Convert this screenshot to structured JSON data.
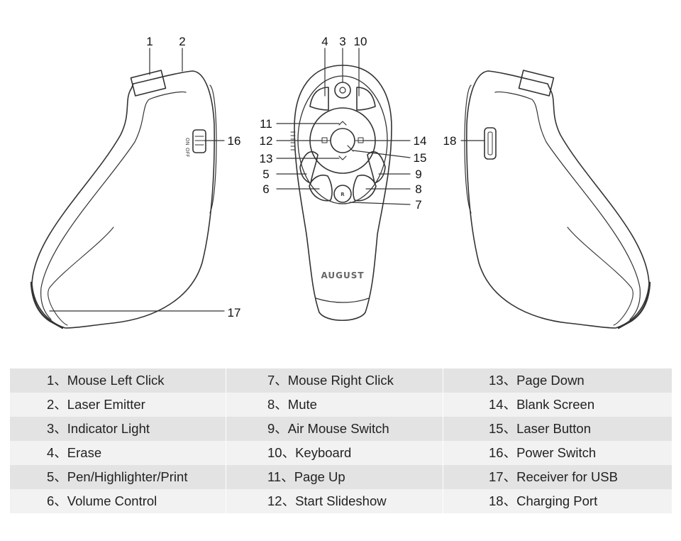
{
  "callouts": {
    "c1": "1",
    "c2": "2",
    "c3": "3",
    "c4": "4",
    "c5": "5",
    "c6": "6",
    "c7": "7",
    "c8": "8",
    "c9": "9",
    "c10": "10",
    "c11": "11",
    "c12": "12",
    "c13": "13",
    "c14": "14",
    "c15": "15",
    "c16": "16",
    "c17": "17",
    "c18": "18"
  },
  "device": {
    "brand": "AUGUST",
    "switch_on": "ON",
    "switch_off": "OFF",
    "right_click_glyph": "R"
  },
  "legend": {
    "columns": [
      [
        "1、Mouse Left Click",
        "2、Laser Emitter",
        "3、Indicator Light",
        "4、Erase",
        "5、Pen/Highlighter/Print",
        "6、Volume Control"
      ],
      [
        "7、Mouse Right Click",
        "8、Mute",
        "9、Air Mouse Switch",
        "10、Keyboard",
        "11、Page Up",
        "12、Start Slideshow"
      ],
      [
        "13、Page Down",
        "14、Blank Screen",
        "15、Laser Button",
        "16、Power Switch",
        "17、Receiver for USB",
        "18、Charging Port"
      ]
    ]
  }
}
